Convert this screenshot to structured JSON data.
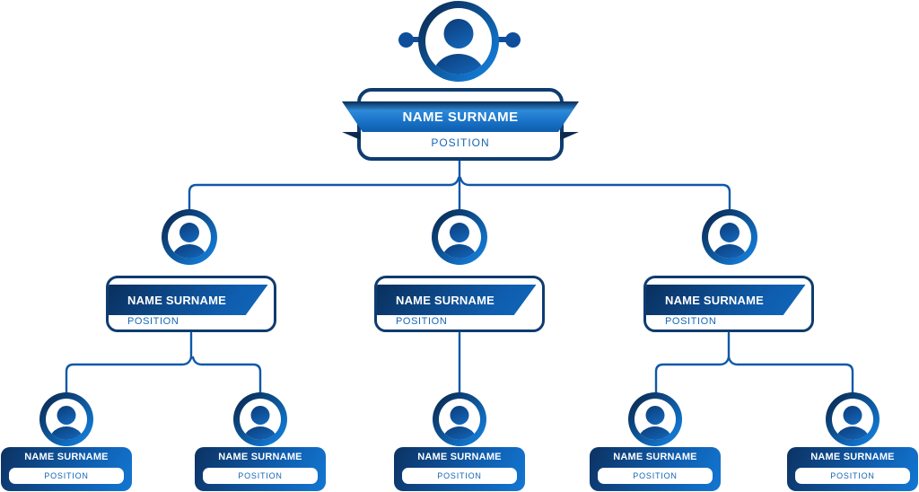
{
  "diagram": {
    "type": "org-chart-template",
    "colors": {
      "navy": "#0e3c70",
      "navy_dark": "#0a2c55",
      "bright_blue": "#1478d2",
      "connector_blue": "#0e58a8",
      "position_text_blue": "#1566b8",
      "background": "#ffffff"
    }
  },
  "org": {
    "root": {
      "name": "NAME SURNAME",
      "position": "POSITION"
    },
    "level2": [
      {
        "name": "NAME SURNAME",
        "position": "POSITION"
      },
      {
        "name": "NAME SURNAME",
        "position": "POSITION"
      },
      {
        "name": "NAME SURNAME",
        "position": "POSITION"
      }
    ],
    "level3": [
      {
        "name": "NAME SURNAME",
        "position": "POSITION"
      },
      {
        "name": "NAME SURNAME",
        "position": "POSITION"
      },
      {
        "name": "NAME SURNAME",
        "position": "POSITION"
      },
      {
        "name": "NAME SURNAME",
        "position": "POSITION"
      },
      {
        "name": "NAME SURNAME",
        "position": "POSITION"
      }
    ]
  }
}
